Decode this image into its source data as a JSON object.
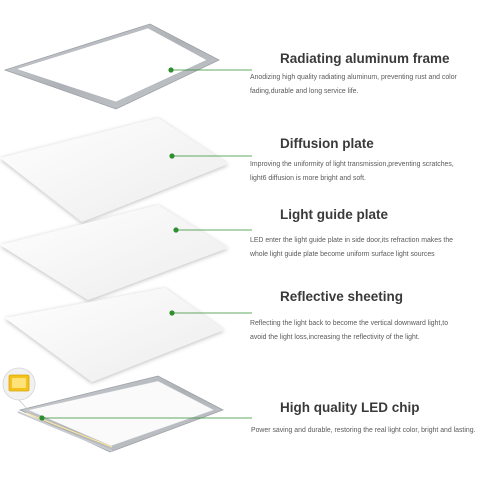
{
  "layers": [
    {
      "id": "frame",
      "title": "Radiating aluminum frame",
      "description_lines": [
        "Anodizing high quality radiating aluminum, preventing rust and color",
        "fading,durable and long service life."
      ]
    },
    {
      "id": "diffusion",
      "title": "Diffusion plate",
      "description_lines": [
        "Improving the uniformity of light transmission,preventing scratches,",
        "light6 diffusion is more bright and soft."
      ]
    },
    {
      "id": "guide",
      "title": "Light guide plate",
      "description_lines": [
        "LED enter the light guide plate in side door,its refraction makes the",
        "whole light guide plate become uniform surface light sources"
      ]
    },
    {
      "id": "reflective",
      "title": "Reflective sheeting",
      "description_lines": [
        "Reflecting the light back to become the vertical downward light,to",
        "avoid the light loss,increasing the reflectivity of the light."
      ]
    },
    {
      "id": "chip",
      "title": "High quality LED chip",
      "description_lines": [
        "Power saving and durable, restoring the real light color, bright and lasting."
      ]
    }
  ],
  "colors": {
    "accent_green": "#2f8f2f",
    "title_text": "#3a3a3a",
    "body_text": "#5a5a5a",
    "frame_silver": "#b9bcc0",
    "led_chip_yellow": "#f4c21a"
  },
  "icons": [
    "led-chip-icon"
  ]
}
